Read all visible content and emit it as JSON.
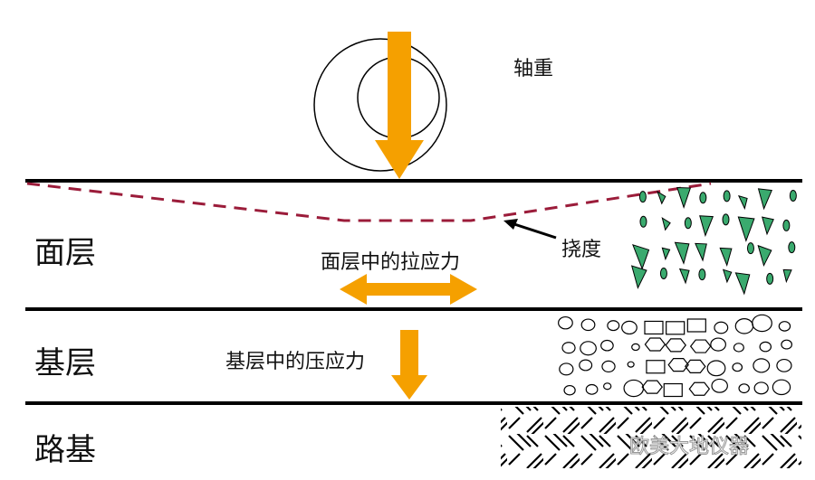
{
  "labels": {
    "axle_load": "轴重",
    "surface_layer": "面层",
    "base_layer": "基层",
    "subgrade": "路基",
    "deflection": "挠度",
    "surface_tension": "面层中的拉应力",
    "base_compression": "基层中的压应力"
  },
  "watermark": "欧美大地仪器",
  "colors": {
    "arrow": "#f5a000",
    "deflection_curve": "#9b1c3a",
    "aggregate_fill": "#3aaa6e",
    "line": "#000000"
  }
}
